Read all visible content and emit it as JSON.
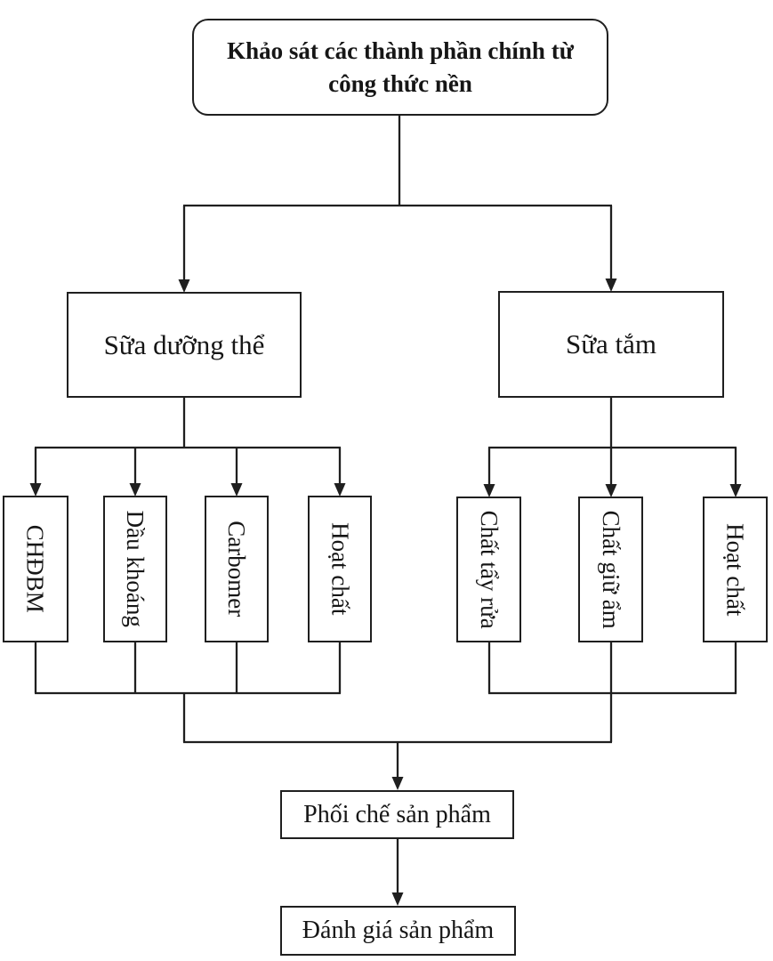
{
  "page": {
    "background": "#ffffff",
    "line_color": "#1f1f1f"
  },
  "flowchart": {
    "root_label": "Khảo sát các thành phần chính từ công thức nền",
    "branches": [
      {
        "label": "Sữa dưỡng thể",
        "children": [
          "CHĐBM",
          "Dầu khoáng",
          "Carbomer",
          "Hoạt chất"
        ]
      },
      {
        "label": "Sữa tắm",
        "children": [
          "Chất tẩy rửa",
          "Chất giữ ẩm",
          "Hoạt chất"
        ]
      }
    ],
    "steps": [
      {
        "label": "Phối chế sản phẩm"
      },
      {
        "label": "Đánh giá sản phẩm"
      }
    ]
  }
}
